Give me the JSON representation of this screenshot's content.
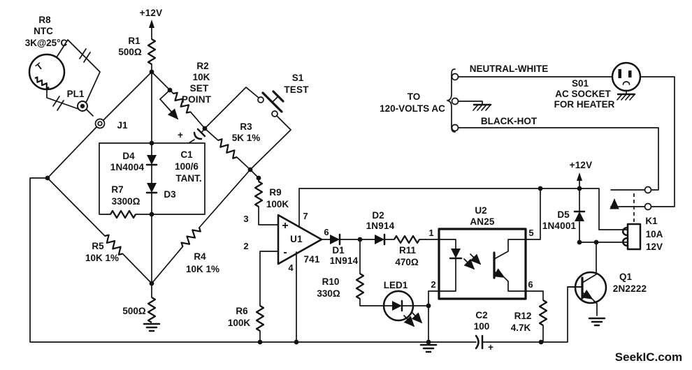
{
  "labels": {
    "pwr_left": "+12V",
    "pwr_right": "+12V",
    "r1": "R1",
    "r1v": "500Ω",
    "r8": "R8",
    "r8b": "NTC",
    "r8c": "3K@25°C",
    "r8t": "T",
    "pl1": "PL1",
    "j1": "J1",
    "r2": "R2",
    "r2v": "10K",
    "r2c1": "SET",
    "r2c2": "POINT",
    "s1": "S1",
    "s1c": "TEST",
    "r3": "R3",
    "r3v": "5K 1%",
    "d4": "D4",
    "d4v": "1N4004",
    "c1p": "+",
    "c1": "C1",
    "c1v": "100/6",
    "c1t": "TANT.",
    "d3": "D3",
    "r7": "R7",
    "r7v": "3300Ω",
    "r5": "R5",
    "r5v": "10K 1%",
    "r4": "R4",
    "r4v": "10K 1%",
    "rb": "500Ω",
    "r6": "R6",
    "r6v": "100K",
    "r9": "R9",
    "r9v": "100K",
    "u1": "U1",
    "u1v": "741",
    "u1p3": "3",
    "u1p2": "2",
    "u1p7": "7",
    "u1p4": "4",
    "u1p6": "6",
    "u1plus": "+",
    "u1minus": "-",
    "d1": "D1",
    "d1v": "1N914",
    "d2": "D2",
    "d2v": "1N914",
    "r11": "R11",
    "r11v": "470Ω",
    "r10": "R10",
    "r10v": "330Ω",
    "led1": "LED1",
    "u2": "U2",
    "u2v": "AN25",
    "u2p1": "1",
    "u2p2": "2",
    "u2p5": "5",
    "u2p6": "6",
    "c2": "C2",
    "c2v": "100",
    "c2p": "+",
    "r12": "R12",
    "r12v": "4.7K",
    "d5": "D5",
    "d5v": "1N4001",
    "k1": "K1",
    "k1a": "10A",
    "k1b": "12V",
    "q1": "Q1",
    "q1v": "2N2222",
    "ac1": "TO",
    "ac2": "120-VOLTS AC",
    "neutral": "NEUTRAL-WHITE",
    "hot": "BLACK-HOT",
    "s01": "S01",
    "s01b": "AC SOCKET",
    "s01c": "FOR HEATER"
  },
  "watermark": {
    "text": "SeekIC.com",
    "color": "#7a7a7a"
  },
  "colors": {
    "ink": "#121212",
    "paper": "#ffffff"
  }
}
